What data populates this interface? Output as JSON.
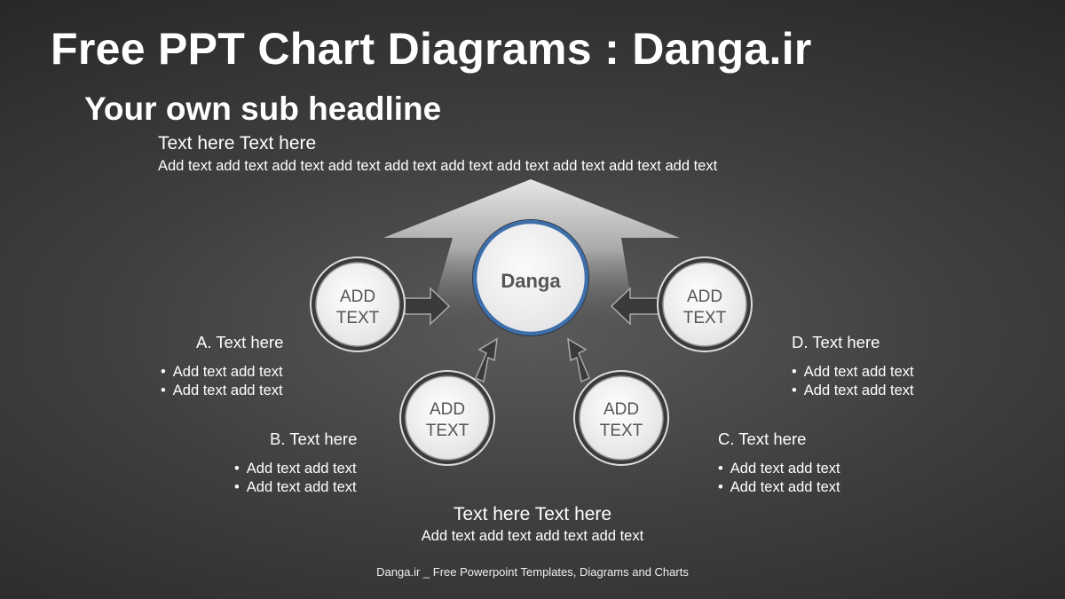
{
  "header": {
    "title": "Free PPT Chart Diagrams : Danga.ir",
    "subtitle": "Your own sub headline"
  },
  "top_block": {
    "heading": "Text here Text here",
    "body": "Add text add text add text add text add text add text add text add text add text add text"
  },
  "diagram": {
    "center_label": "Danga",
    "nodes": [
      {
        "line1": "ADD",
        "line2": "TEXT"
      },
      {
        "line1": "ADD",
        "line2": "TEXT"
      },
      {
        "line1": "ADD",
        "line2": "TEXT"
      },
      {
        "line1": "ADD",
        "line2": "TEXT"
      }
    ]
  },
  "sections": {
    "a": {
      "heading": "A. Text here",
      "bullets": [
        "Add text add text",
        "Add text add text"
      ]
    },
    "b": {
      "heading": "B. Text here",
      "bullets": [
        "Add text add text",
        "Add text add text"
      ]
    },
    "c": {
      "heading": "C. Text here",
      "bullets": [
        "Add text add text",
        "Add text add text"
      ]
    },
    "d": {
      "heading": "D. Text here",
      "bullets": [
        "Add text add text",
        "Add text add text"
      ]
    }
  },
  "bottom_block": {
    "heading": "Text here Text here",
    "body": "Add text add text add text add text"
  },
  "footer": "Danga.ir _ Free Powerpoint Templates, Diagrams and Charts",
  "colors": {
    "center_ring": "#3e6eaa",
    "arrow_fill": "#3a3a3a",
    "node_fill": "#f2f2f2"
  }
}
